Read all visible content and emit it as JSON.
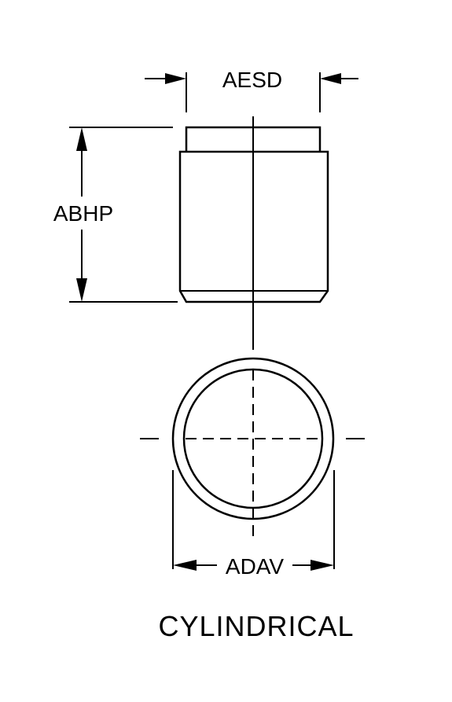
{
  "dimensions": {
    "top_width": "AESD",
    "height": "ABHP",
    "bottom_diameter": "ADAV"
  },
  "title": "CYLINDRICAL"
}
